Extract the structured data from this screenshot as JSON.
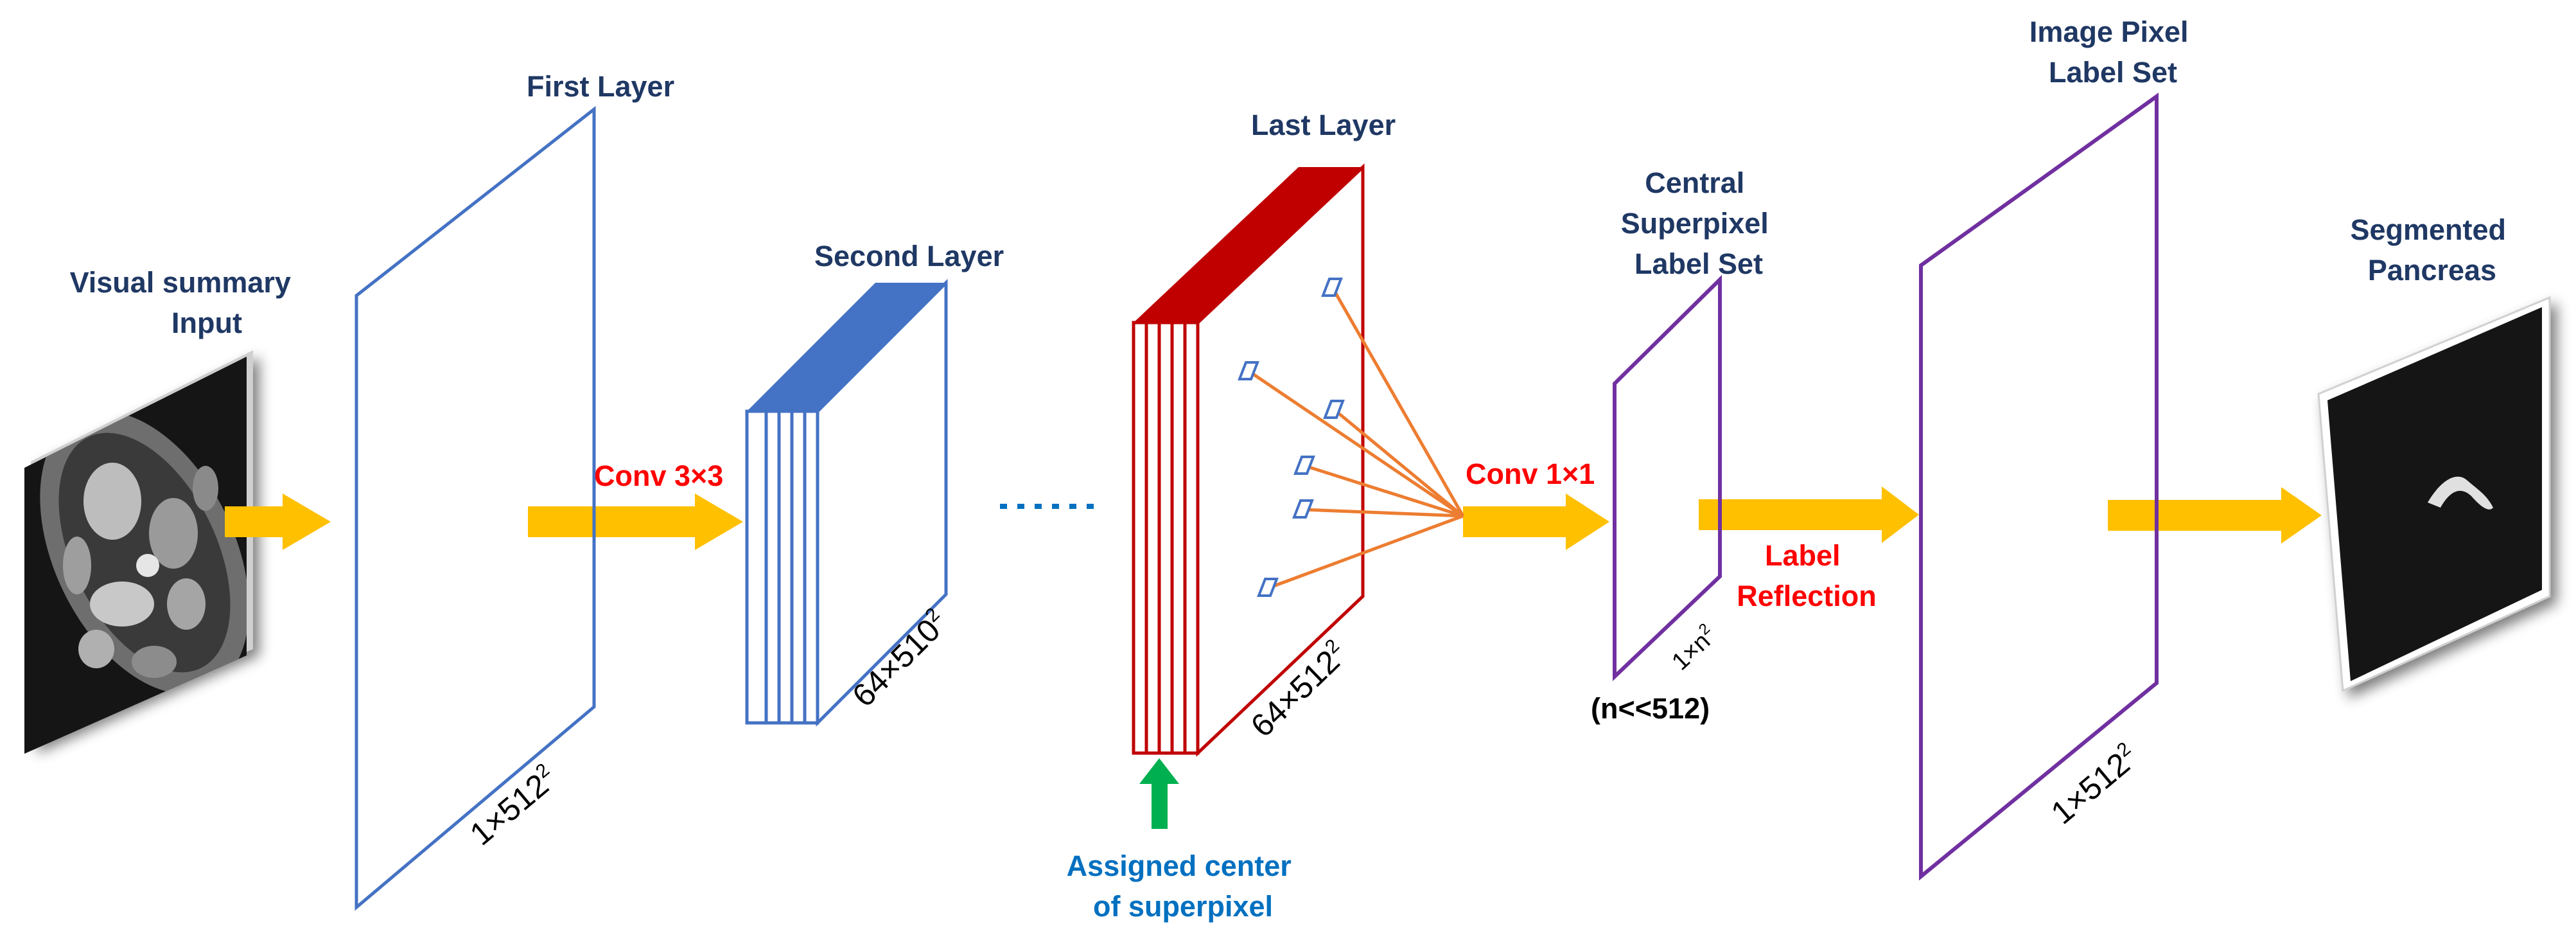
{
  "labels": {
    "input": [
      "Visual summary",
      "Input"
    ],
    "first_layer": "First Layer",
    "second_layer": "Second Layer",
    "last_layer": "Last Layer",
    "central": [
      "Central",
      "Superpixel",
      "Label Set"
    ],
    "image_pixel": [
      "Image Pixel",
      "Label Set"
    ],
    "segmented": [
      "Segmented",
      "Pancreas"
    ],
    "conv3": "Conv 3×3",
    "conv1": "Conv 1×1",
    "label_reflection": [
      "Label",
      "Reflection"
    ],
    "assigned": [
      "Assigned center",
      "of superpixel"
    ],
    "n_note": "(n<<512)",
    "dots": "……"
  },
  "dims": {
    "first": {
      "base": "1×512",
      "sup": "2"
    },
    "second": {
      "base": "64×510",
      "sup": "2"
    },
    "last": {
      "base": "64×512",
      "sup": "2"
    },
    "central": {
      "base": "1×n",
      "sup": "2"
    },
    "image_pixel": {
      "base": "1×512",
      "sup": "2"
    }
  },
  "colors": {
    "navy_text": "#1f3864",
    "red_text": "#ff0000",
    "blue_text": "#0070c0",
    "arrow": "#ffc000",
    "green_arrow": "#00b050",
    "blue_layer": "#4472c4",
    "red_layer": "#c00000",
    "purple_layer": "#7030a0",
    "orange_line": "#ed7d31"
  }
}
